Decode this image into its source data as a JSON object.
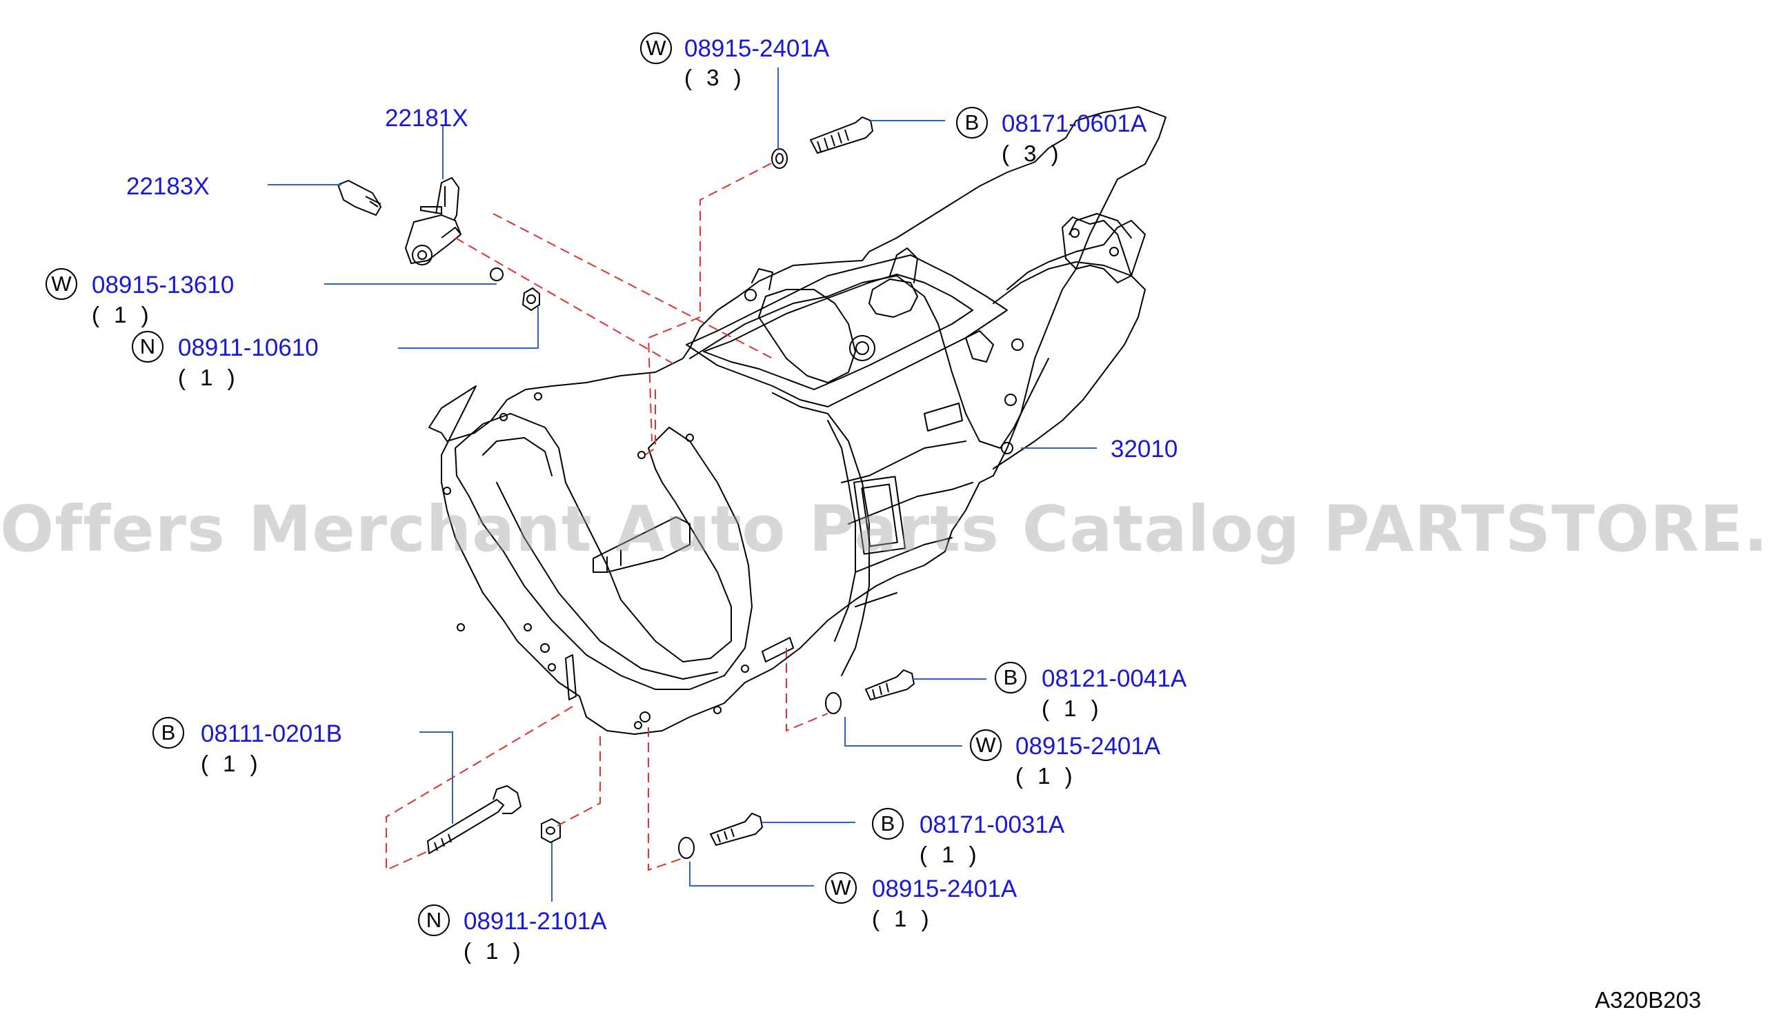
{
  "diagram": {
    "figure_code": "A320B203",
    "watermark": "Offers Merchant Auto Parts Catalog PARTSTORE.SA",
    "colors": {
      "part_number": "#1717d6",
      "leader": "#3060c0",
      "dash": "#e03030",
      "line": "#000000"
    },
    "callouts": [
      {
        "id": "w-top",
        "badge": "W",
        "part": "08915-2401A",
        "qty": "( 3 )"
      },
      {
        "id": "b-top",
        "badge": "B",
        "part": "08171-0601A",
        "qty": "( 3 )"
      },
      {
        "id": "shift-arm",
        "badge": "",
        "part": "22181X",
        "qty": ""
      },
      {
        "id": "pin",
        "badge": "",
        "part": "22183X",
        "qty": ""
      },
      {
        "id": "w-arm",
        "badge": "W",
        "part": "08915-13610",
        "qty": "( 1 )"
      },
      {
        "id": "n-arm",
        "badge": "N",
        "part": "08911-10610",
        "qty": "( 1 )"
      },
      {
        "id": "transmission",
        "badge": "",
        "part": "32010",
        "qty": ""
      },
      {
        "id": "b-right",
        "badge": "B",
        "part": "08121-0041A",
        "qty": "( 1 )"
      },
      {
        "id": "w-right",
        "badge": "W",
        "part": "08915-2401A",
        "qty": "( 1 )"
      },
      {
        "id": "b-left",
        "badge": "B",
        "part": "08111-0201B",
        "qty": "( 1 )"
      },
      {
        "id": "b-bottom",
        "badge": "B",
        "part": "08171-0031A",
        "qty": "( 1 )"
      },
      {
        "id": "w-bottom",
        "badge": "W",
        "part": "08915-2401A",
        "qty": "( 1 )"
      },
      {
        "id": "n-bottom",
        "badge": "N",
        "part": "08911-2101A",
        "qty": "( 1 )"
      }
    ]
  }
}
